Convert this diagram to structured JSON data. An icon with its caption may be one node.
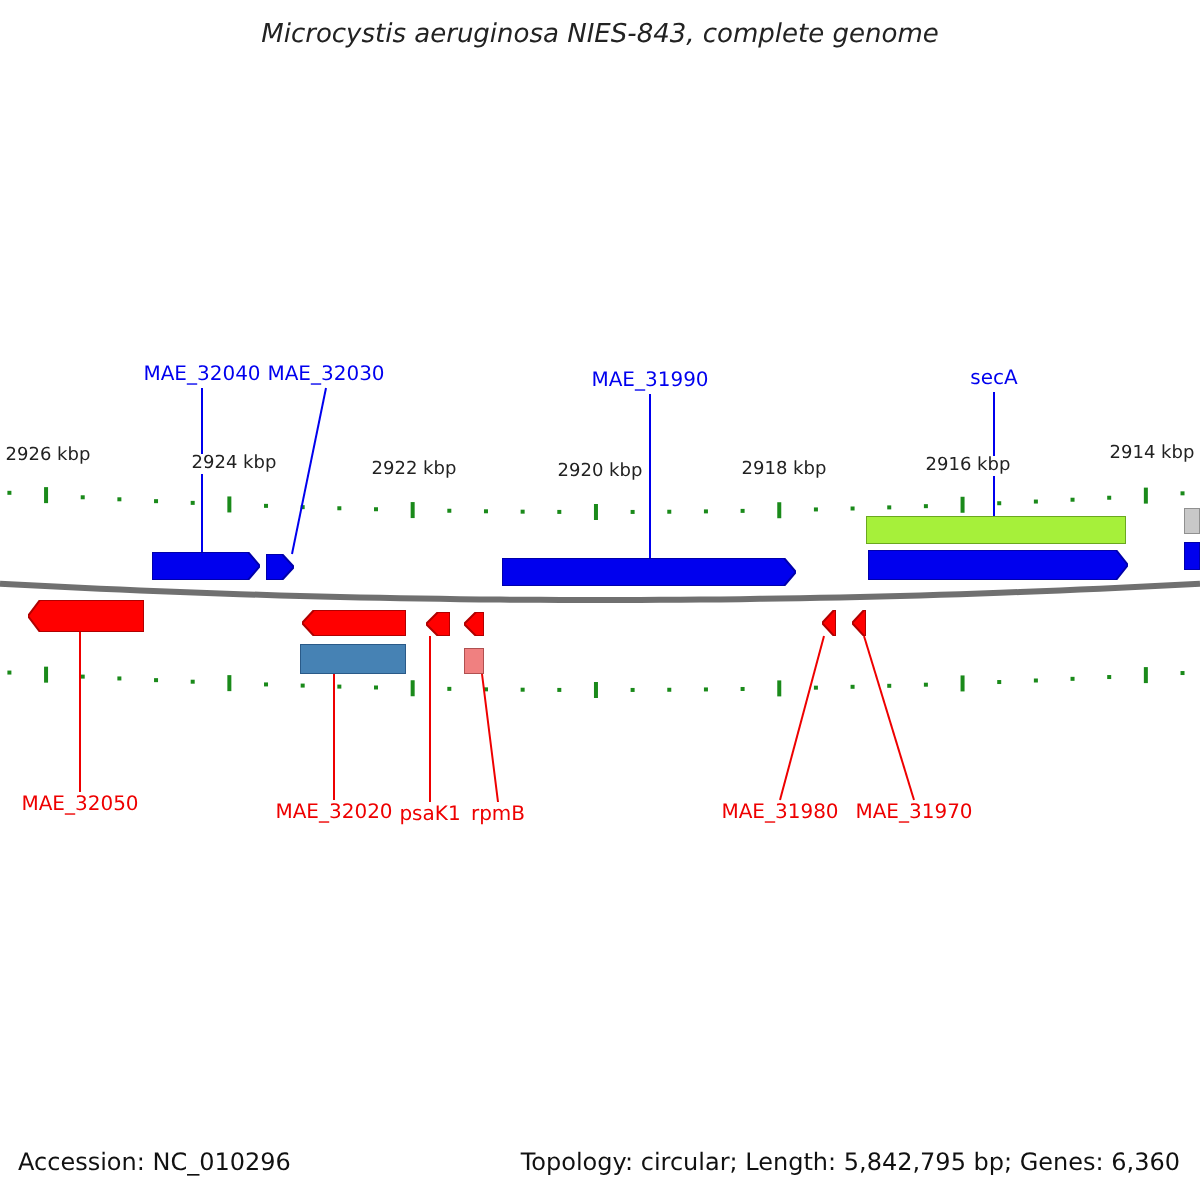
{
  "diagram": {
    "title": "Microcystis aeruginosa NIES-843, complete genome",
    "nodes": [
      {
        "text": [
          "MAE_32040"
        ]
      },
      {
        "text": [
          "MAE_32030"
        ]
      },
      {
        "text": [
          "MAE_31990"
        ]
      },
      {
        "text": [
          "secA"
        ]
      },
      {
        "text": [],
        "shape": "bar"
      },
      {
        "text": [],
        "shape": "bar"
      },
      {
        "text": [],
        "shape": "arrow"
      },
      {
        "text": [],
        "shape": "arrow"
      },
      {
        "text": [],
        "shape": "arrow"
      },
      {
        "text": [],
        "shape": "arrow"
      },
      {
        "text": [],
        "shape": "bar"
      },
      {
        "text": [],
        "shape": "arrow"
      },
      {
        "text": [],
        "shape": "arrow"
      },
      {
        "text": [],
        "shape": "arrow"
      },
      {
        "text": [],
        "shape": "arrow"
      },
      {
        "text": [],
        "shape": "arrow"
      },
      {
        "text": [],
        "shape": "arrow"
      },
      {
        "text": [],
        "shape": "bar"
      },
      {
        "text": [],
        "shape": "bar"
      },
      {
        "text": [
          "MAE_32050"
        ]
      },
      {
        "text": [
          "MAE_32020"
        ]
      },
      {
        "text": [
          "psaK1"
        ]
      },
      {
        "text": [
          "rpmB"
        ]
      },
      {
        "text": [
          "MAE_31980"
        ]
      },
      {
        "text": [
          "MAE_31970"
        ]
      }
    ],
    "edges": [
      {
        "from": 0,
        "to": 6,
        "arrow": "none",
        "color": "#0000ee"
      },
      {
        "from": 1,
        "to": 7,
        "arrow": "none",
        "color": "#0000ee"
      },
      {
        "from": 2,
        "to": 8,
        "arrow": "none",
        "color": "#0000ee"
      },
      {
        "from": 3,
        "to": 4,
        "arrow": "none",
        "color": "#0000ee"
      },
      {
        "from": 19,
        "to": 11,
        "arrow": "none"
      },
      {
        "from": 20,
        "to": 17,
        "arrow": "none"
      },
      {
        "from": 21,
        "to": 13,
        "arrow": "none"
      },
      {
        "from": 22,
        "to": 18,
        "arrow": "none"
      },
      {
        "from": 23,
        "to": 15,
        "arrow": "none"
      },
      {
        "from": 24,
        "to": 16,
        "arrow": "none"
      }
    ],
    "labels": [
      "2926 kbp",
      "2924 kbp",
      "2922 kbp",
      "2920 kbp",
      "2918 kbp",
      "2916 kbp",
      "2914 kbp",
      "Accession: NC_010296",
      "Topology: circular; Length: 5,842,795 bp; Genes: 6,360"
    ]
  }
}
